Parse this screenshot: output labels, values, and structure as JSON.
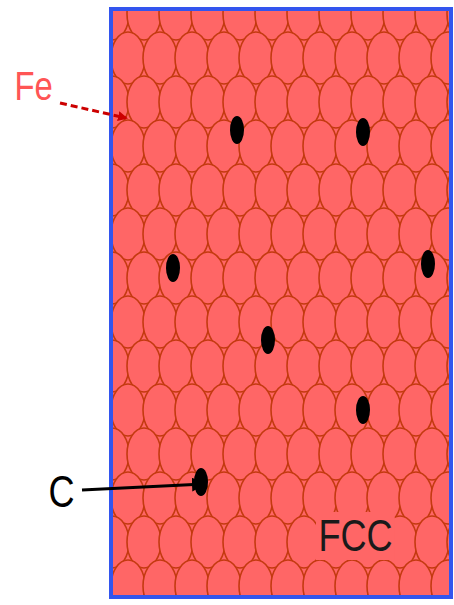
{
  "diagram": {
    "labels": [
      "Fe",
      "C",
      "FCC"
    ]
  }
}
